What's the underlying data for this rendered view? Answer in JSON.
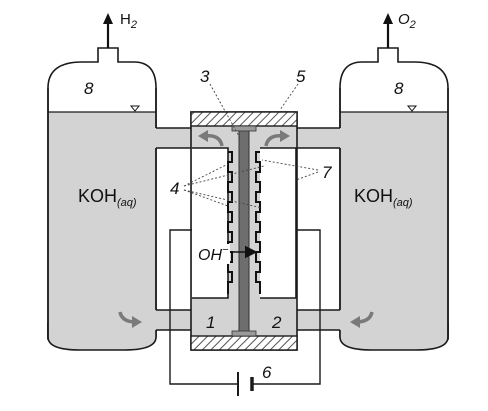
{
  "figure": {
    "gas_left": {
      "main": "H",
      "sub": "2"
    },
    "gas_right": {
      "main": "O",
      "sub": "2"
    },
    "electrolyte_left": {
      "main": "KOH",
      "sub": "(aq)"
    },
    "electrolyte_right": {
      "main": "KOH",
      "sub": "(aq)"
    },
    "ion": {
      "main": "OH",
      "sup": "−"
    },
    "numbers": {
      "n1": "1",
      "n2": "2",
      "n3": "3",
      "n4": "4",
      "n5": "5",
      "n6": "6",
      "n7": "7",
      "n8_left": "8",
      "n8_right": "8"
    }
  },
  "colors": {
    "electrolyte_fill": "#d3d3d3",
    "outline": "#1a1a1a",
    "diaphragm": "#6e6e6e",
    "arrow_gray": "#7a7a7a"
  }
}
